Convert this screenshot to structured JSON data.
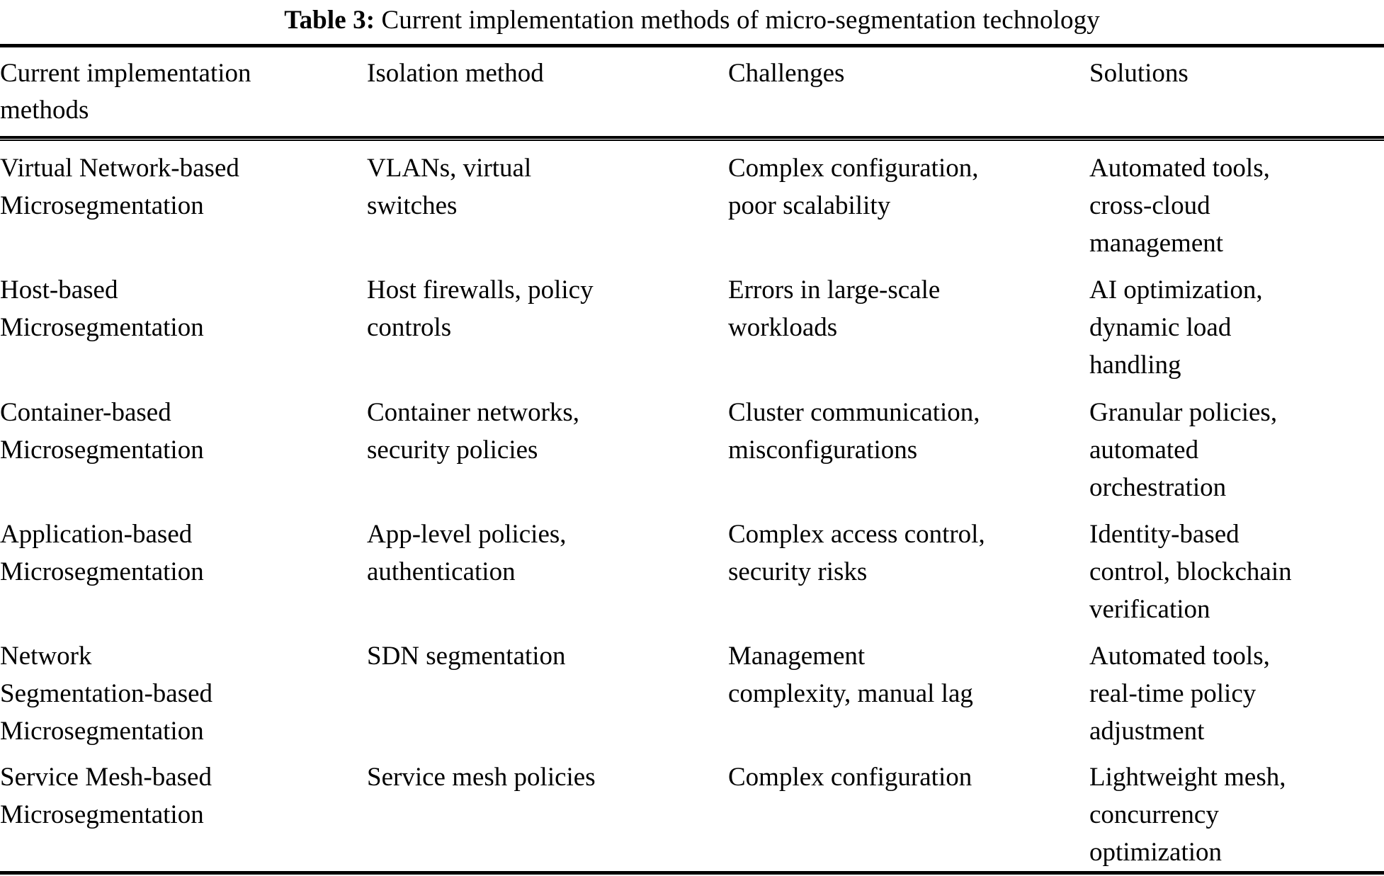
{
  "caption": {
    "label": "Table 3:",
    "text": "Current implementation methods of micro-segmentation technology"
  },
  "table": {
    "columns": [
      "Current implementation methods",
      "Isolation method",
      "Challenges",
      "Solutions"
    ],
    "column_lines": [
      [
        "Current implementation",
        "methods"
      ],
      [
        "Isolation method"
      ],
      [
        "Challenges"
      ],
      [
        "Solutions"
      ]
    ],
    "rows": [
      {
        "method": "Virtual Network-based Microsegmentation",
        "method_lines": [
          "Virtual Network-based",
          "Microsegmentation"
        ],
        "isolation": "VLANs, virtual switches",
        "isolation_lines": [
          "VLANs, virtual",
          "switches"
        ],
        "challenges": "Complex configuration, poor scalability",
        "challenges_lines": [
          "Complex configuration,",
          "poor scalability"
        ],
        "solutions": "Automated tools, cross-cloud management",
        "solutions_lines": [
          "Automated tools,",
          "cross-cloud",
          "management"
        ]
      },
      {
        "method": "Host-based Microsegmentation",
        "method_lines": [
          "Host-based",
          "Microsegmentation"
        ],
        "isolation": "Host firewalls, policy controls",
        "isolation_lines": [
          "Host firewalls, policy",
          "controls"
        ],
        "challenges": "Errors in large-scale workloads",
        "challenges_lines": [
          "Errors in large-scale",
          "workloads"
        ],
        "solutions": "AI optimization, dynamic load handling",
        "solutions_lines": [
          "AI optimization,",
          "dynamic load",
          "handling"
        ]
      },
      {
        "method": "Container-based Microsegmentation",
        "method_lines": [
          "Container-based",
          "Microsegmentation"
        ],
        "isolation": "Container networks, security policies",
        "isolation_lines": [
          "Container networks,",
          "security policies"
        ],
        "challenges": "Cluster communication, misconfigurations",
        "challenges_lines": [
          "Cluster communication,",
          "misconfigurations"
        ],
        "solutions": "Granular policies, automated orchestration",
        "solutions_lines": [
          "Granular policies,",
          "automated",
          "orchestration"
        ]
      },
      {
        "method": "Application-based Microsegmentation",
        "method_lines": [
          "Application-based",
          "Microsegmentation"
        ],
        "isolation": "App-level policies, authentication",
        "isolation_lines": [
          "App-level policies,",
          "authentication"
        ],
        "challenges": "Complex access control, security risks",
        "challenges_lines": [
          "Complex access control,",
          "security risks"
        ],
        "solutions": "Identity-based control, blockchain verification",
        "solutions_lines": [
          "Identity-based",
          "control, blockchain",
          "verification"
        ]
      },
      {
        "method": "Network Segmentation-based Microsegmentation",
        "method_lines": [
          "Network",
          "Segmentation-based",
          "Microsegmentation"
        ],
        "isolation": "SDN segmentation",
        "isolation_lines": [
          "SDN segmentation"
        ],
        "challenges": "Management complexity, manual lag",
        "challenges_lines": [
          "Management",
          "complexity, manual lag"
        ],
        "solutions": "Automated tools, real-time policy adjustment",
        "solutions_lines": [
          "Automated tools,",
          "real-time policy",
          "adjustment"
        ]
      },
      {
        "method": "Service Mesh-based Microsegmentation",
        "method_lines": [
          "Service Mesh-based",
          "Microsegmentation"
        ],
        "isolation": "Service mesh policies",
        "isolation_lines": [
          "Service mesh policies"
        ],
        "challenges": "Complex configuration",
        "challenges_lines": [
          "Complex configuration"
        ],
        "solutions": "Lightweight mesh, concurrency optimization",
        "solutions_lines": [
          "Lightweight mesh,",
          "concurrency",
          "optimization"
        ]
      }
    ]
  },
  "style": {
    "rule_color": "#000000",
    "text_color": "#000000",
    "background": "#ffffff"
  }
}
